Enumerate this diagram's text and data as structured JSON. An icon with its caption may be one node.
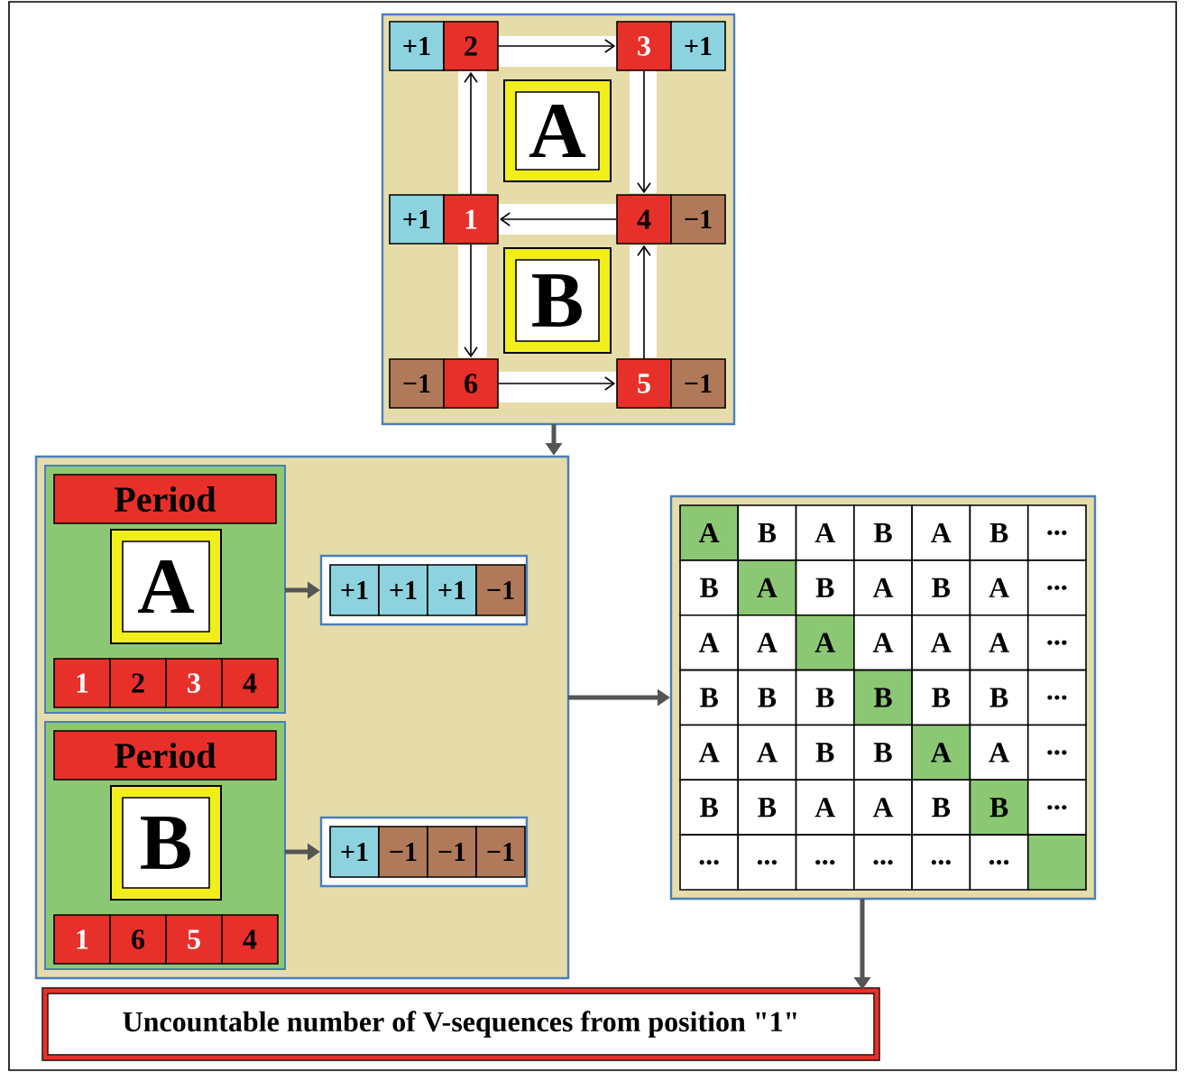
{
  "diagram": {
    "nodes": [
      {
        "text": [],
        "shape": "box"
      },
      {
        "text": [
          "+1"
        ],
        "in": 0
      },
      {
        "text": [
          "2"
        ],
        "in": 0
      },
      {
        "text": [
          "3"
        ],
        "in": 0
      },
      {
        "text": [
          "+1"
        ],
        "in": 0
      },
      {
        "text": [
          "A"
        ],
        "in": 0
      },
      {
        "text": [
          "+1"
        ],
        "in": 0
      },
      {
        "text": [
          "1"
        ],
        "in": 0
      },
      {
        "text": [
          "4"
        ],
        "in": 0
      },
      {
        "text": [
          "−1"
        ],
        "in": 0
      },
      {
        "text": [
          "B"
        ],
        "in": 0
      },
      {
        "text": [
          "−1"
        ],
        "in": 0
      },
      {
        "text": [
          "6"
        ],
        "in": 0
      },
      {
        "text": [
          "5"
        ],
        "in": 0
      },
      {
        "text": [
          "−1"
        ],
        "in": 0
      },
      {
        "text": [],
        "shape": "box"
      },
      {
        "text": [],
        "shape": "box",
        "in": 15
      },
      {
        "text": [
          "Period"
        ],
        "in": 16
      },
      {
        "text": [
          "A"
        ],
        "in": 16
      },
      {
        "text": [
          "1"
        ],
        "in": 16
      },
      {
        "text": [
          "2"
        ],
        "in": 16
      },
      {
        "text": [
          "3"
        ],
        "in": 16
      },
      {
        "text": [
          "4"
        ],
        "in": 16
      },
      {
        "text": [],
        "shape": "box",
        "in": 15
      },
      {
        "text": [
          "+1"
        ],
        "in": 23
      },
      {
        "text": [
          "+1"
        ],
        "in": 23
      },
      {
        "text": [
          "+1"
        ],
        "in": 23
      },
      {
        "text": [
          "−1"
        ],
        "in": 23
      },
      {
        "text": [],
        "shape": "box",
        "in": 15
      },
      {
        "text": [
          "Period"
        ],
        "in": 28
      },
      {
        "text": [
          "B"
        ],
        "in": 28
      },
      {
        "text": [
          "1"
        ],
        "in": 28
      },
      {
        "text": [
          "6"
        ],
        "in": 28
      },
      {
        "text": [
          "5"
        ],
        "in": 28
      },
      {
        "text": [
          "4"
        ],
        "in": 28
      },
      {
        "text": [],
        "shape": "box",
        "in": 15
      },
      {
        "text": [
          "+1"
        ],
        "in": 35
      },
      {
        "text": [
          "−1"
        ],
        "in": 35
      },
      {
        "text": [
          "−1"
        ],
        "in": 35
      },
      {
        "text": [
          "−1"
        ],
        "in": 35
      },
      {
        "text": [],
        "shape": "box"
      },
      {
        "text": [
          "A"
        ],
        "in": 40
      },
      {
        "text": [
          "B"
        ],
        "in": 40
      },
      {
        "text": [
          "A"
        ],
        "in": 40
      },
      {
        "text": [
          "B"
        ],
        "in": 40
      },
      {
        "text": [
          "A"
        ],
        "in": 40
      },
      {
        "text": [
          "B"
        ],
        "in": 40
      },
      {
        "text": [
          "..."
        ],
        "in": 40
      },
      {
        "text": [
          "B"
        ],
        "in": 40
      },
      {
        "text": [
          "A"
        ],
        "in": 40
      },
      {
        "text": [
          "B"
        ],
        "in": 40
      },
      {
        "text": [
          "A"
        ],
        "in": 40
      },
      {
        "text": [
          "B"
        ],
        "in": 40
      },
      {
        "text": [
          "A"
        ],
        "in": 40
      },
      {
        "text": [
          "..."
        ],
        "in": 40
      },
      {
        "text": [
          "A"
        ],
        "in": 40
      },
      {
        "text": [
          "A"
        ],
        "in": 40
      },
      {
        "text": [
          "A"
        ],
        "in": 40
      },
      {
        "text": [
          "A"
        ],
        "in": 40
      },
      {
        "text": [
          "A"
        ],
        "in": 40
      },
      {
        "text": [
          "A"
        ],
        "in": 40
      },
      {
        "text": [
          "..."
        ],
        "in": 40
      },
      {
        "text": [
          "B"
        ],
        "in": 40
      },
      {
        "text": [
          "B"
        ],
        "in": 40
      },
      {
        "text": [
          "B"
        ],
        "in": 40
      },
      {
        "text": [
          "B"
        ],
        "in": 40
      },
      {
        "text": [
          "B"
        ],
        "in": 40
      },
      {
        "text": [
          "B"
        ],
        "in": 40
      },
      {
        "text": [
          "..."
        ],
        "in": 40
      },
      {
        "text": [
          "A"
        ],
        "in": 40
      },
      {
        "text": [
          "A"
        ],
        "in": 40
      },
      {
        "text": [
          "B"
        ],
        "in": 40
      },
      {
        "text": [
          "B"
        ],
        "in": 40
      },
      {
        "text": [
          "A"
        ],
        "in": 40
      },
      {
        "text": [
          "A"
        ],
        "in": 40
      },
      {
        "text": [
          "..."
        ],
        "in": 40
      },
      {
        "text": [
          "B"
        ],
        "in": 40
      },
      {
        "text": [
          "B"
        ],
        "in": 40
      },
      {
        "text": [
          "A"
        ],
        "in": 40
      },
      {
        "text": [
          "A"
        ],
        "in": 40
      },
      {
        "text": [
          "B"
        ],
        "in": 40
      },
      {
        "text": [
          "B"
        ],
        "in": 40
      },
      {
        "text": [
          "..."
        ],
        "in": 40
      },
      {
        "text": [
          "..."
        ],
        "in": 40
      },
      {
        "text": [
          "..."
        ],
        "in": 40
      },
      {
        "text": [
          "..."
        ],
        "in": 40
      },
      {
        "text": [
          "..."
        ],
        "in": 40
      },
      {
        "text": [
          "..."
        ],
        "in": 40
      },
      {
        "text": [
          "..."
        ],
        "in": 40
      },
      {
        "text": [],
        "shape": "box",
        "in": 40
      },
      {
        "text": [
          "Uncountable number of V-sequences from position \"1\""
        ]
      }
    ],
    "edges": [
      {
        "from": 2,
        "to": 3,
        "arrow": "to"
      },
      {
        "from": 3,
        "to": 8,
        "arrow": "to"
      },
      {
        "from": 8,
        "to": 7,
        "arrow": "to"
      },
      {
        "from": 7,
        "to": 2,
        "arrow": "to"
      },
      {
        "from": 7,
        "to": 12,
        "arrow": "to"
      },
      {
        "from": 12,
        "to": 13,
        "arrow": "to"
      },
      {
        "from": 13,
        "to": 8,
        "arrow": "to"
      },
      {
        "from": 0,
        "to": 15,
        "arrow": "to",
        "style": "thick",
        "color": "#555555"
      },
      {
        "from": 16,
        "to": 23,
        "arrow": "to",
        "style": "thick",
        "color": "#555555"
      },
      {
        "from": 28,
        "to": 35,
        "arrow": "to",
        "style": "thick",
        "color": "#555555"
      },
      {
        "from": 15,
        "to": 40,
        "arrow": "to",
        "style": "thick",
        "color": "#555555"
      },
      {
        "from": 40,
        "to": 90,
        "arrow": "to",
        "style": "thick",
        "color": "#555555"
      }
    ]
  }
}
